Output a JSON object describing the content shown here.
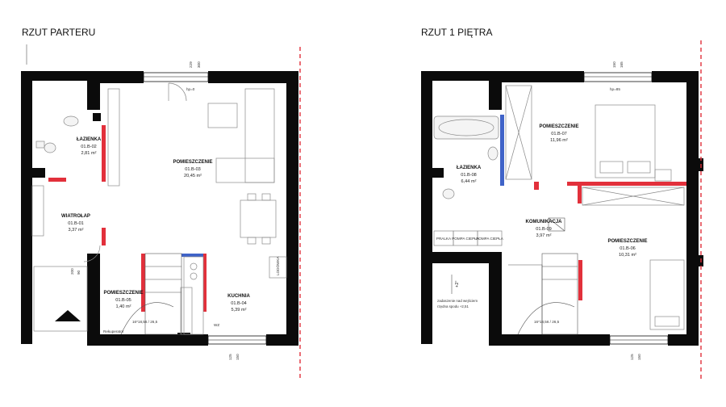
{
  "plans": {
    "ground": {
      "title": "RZUT PARTERU",
      "rooms": [
        {
          "name": "ŁAZIENKA",
          "code": "01.B-02",
          "area": "2,81 m²"
        },
        {
          "name": "POMIESZCZENIE",
          "code": "01.B-03",
          "area": "20,45 m²"
        },
        {
          "name": "WIATROŁAP",
          "code": "01.B-01",
          "area": "3,37 m²"
        },
        {
          "name": "POMIESZCZENIE",
          "code": "01.B-05",
          "area": "1,40 m²"
        },
        {
          "name": "KUCHNIA",
          "code": "01.B-04",
          "area": "5,39 m²"
        }
      ],
      "labels": {
        "win_top_a": "229",
        "win_top_b": "300",
        "hp": "hp=0",
        "stairs": "16*18,56 / 26,5",
        "recuperator": "Rekuperator",
        "lodowka": "LODÓWKA",
        "wz": "WZ",
        "win_bottom_a": "125",
        "win_bottom_b": "150",
        "door_a": "200",
        "door_b": "90"
      }
    },
    "first": {
      "title": "RZUT 1 PIĘTRA",
      "rooms": [
        {
          "name": "POMIESZCZENIE",
          "code": "01.B-07",
          "area": "11,96 m²"
        },
        {
          "name": "ŁAZIENKA",
          "code": "01.B-08",
          "area": "6,44 m²"
        },
        {
          "name": "KOMUNIKACJA",
          "code": "01.B-09",
          "area": "3,97 m²"
        },
        {
          "name": "POMIESZCZENIE",
          "code": "01.B-06",
          "area": "10,31 m²"
        }
      ],
      "labels": {
        "win_top_a": "150",
        "win_top_b": "165",
        "hp": "hp=85",
        "stairs": "16*18,56 / 26,5",
        "pump_1": "PRALKA",
        "pump_2": "POMPA CIEPŁA",
        "pump_3": "POMPA CIEPŁA",
        "level": "+2°",
        "note_1": "zadaszenie nad wejściem",
        "note_2": "rzędna spodu +2,51",
        "win_bottom_a": "125",
        "win_bottom_b": "150"
      }
    }
  },
  "colors": {
    "wall": "#0b0b0b",
    "red_wall": "#e2303b",
    "blue_wall": "#3f63c8"
  }
}
